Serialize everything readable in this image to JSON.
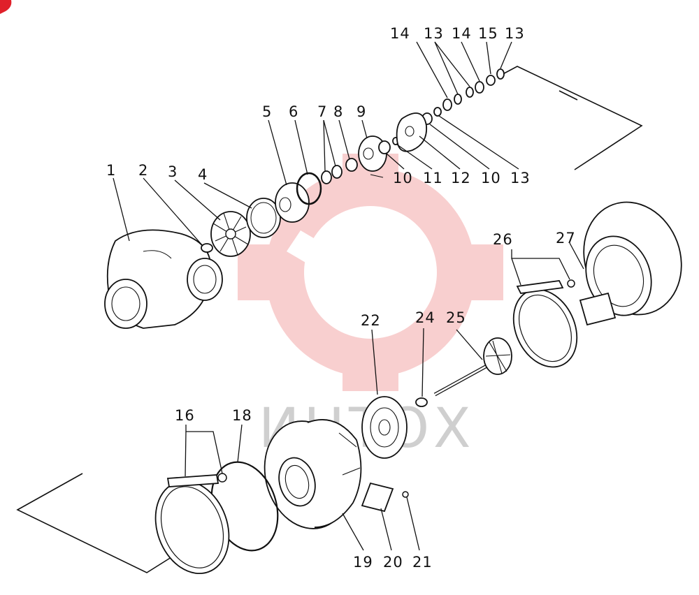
{
  "watermark": {
    "text": "ИНТОХ",
    "color": "#f4a8a8"
  },
  "corner_mark_color": "#e0202a",
  "labels": [
    "1",
    "2",
    "3",
    "4",
    "5",
    "6",
    "7",
    "8",
    "9",
    "10",
    "11",
    "12",
    "10",
    "13",
    "14",
    "13",
    "14",
    "15",
    "13",
    "16",
    "18",
    "19",
    "20",
    "21",
    "22",
    "24",
    "25",
    "26",
    "27"
  ]
}
